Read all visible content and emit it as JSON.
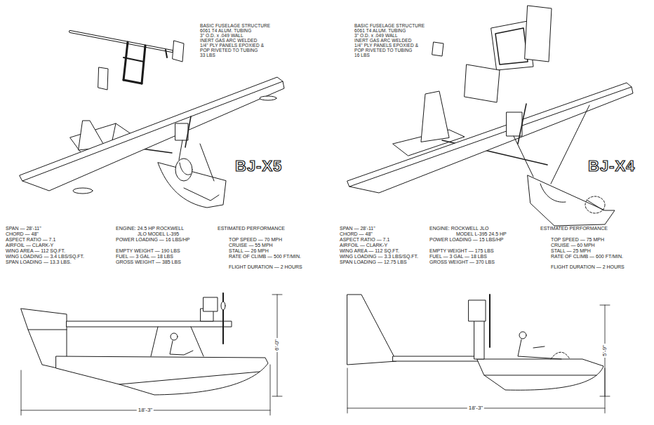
{
  "diagram": {
    "labels": [
      "BASIC FUSELAGE STRUCTURE",
      "6061 T4 ALUM. TUBING",
      "3\" O.D. x .049 WALL",
      "INERT GAS ARC WELDED",
      "1/4\" PLY PANELS EPOXIED &",
      "POP RIVETED TO TUBING",
      "33 LBS",
      "BJ-X5",
      "SPAN — 28'-11\"",
      "CHORD — 48\"",
      "ASPECT RATIO — 7.1",
      "AIRFOIL — CLARK-Y",
      "WING AREA — 112 SQ.FT.",
      "WING LOADING — 3.4 LBS/SQ.FT.",
      "SPAN LOADING — 13.3 LBS.",
      "ENGINE: 24.5 HP ROCKWELL",
      "JLO MODEL L-395",
      "POWER LOADING — 16 LBS/HP",
      "EMPTY WEIGHT — 190 LBS",
      "FUEL — 3 GAL — 18 LBS",
      "GROSS WEIGHT — 385 LBS",
      "ESTIMATED PERFORMANCE",
      "TOP SPEED — 70 MPH",
      "CRUISE — 55 MPH",
      "STALL — 26 MPH",
      "RATE OF CLIMB — 500 FT/MIN.",
      "FLIGHT DURATION — 2 HOURS",
      "6'-0\"",
      "18'-3\"",
      "BASIC FUSELAGE STRUCTURE",
      "6061 T4 ALUM. TUBING",
      "3\" O.D. x .049 WALL",
      "INERT GAS ARC WELDED",
      "1/4\" PLY PANELS EPOXIED &",
      "POP RIVETED TO TUBING",
      "16 LBS",
      "BJ-X4",
      "SPAN — 28'-11\"",
      "CHORD — 48\"",
      "ASPECT RATIO — 7.1",
      "AIRFOIL — CLARK-Y",
      "WING AREA — 112 SQ.FT.",
      "WING LOADING — 3.3 LBS/SQ.FT.",
      "SPAN LOADING — 12.75 LBS",
      "ENGINE: ROCKWELL JLO",
      "MODEL L-395 24.5 HP",
      "POWER LOADING — 15 LBS/HP",
      "EMPTY WEIGHT — 175 LBS",
      "FUEL — 3 GAL — 18 LBS",
      "GROSS WEIGHT — 370 LBS",
      "ESTIMATED PERFORMANCE",
      "TOP SPEED — 75 MPH",
      "CRUISE — 60 MPH",
      "STALL — 25 MPH",
      "RATE OF CLIMB — 600 FT/MIN.",
      "FLIGHT DURATION — 2 HOURS",
      "5'-9\"",
      "18'-3\""
    ]
  }
}
